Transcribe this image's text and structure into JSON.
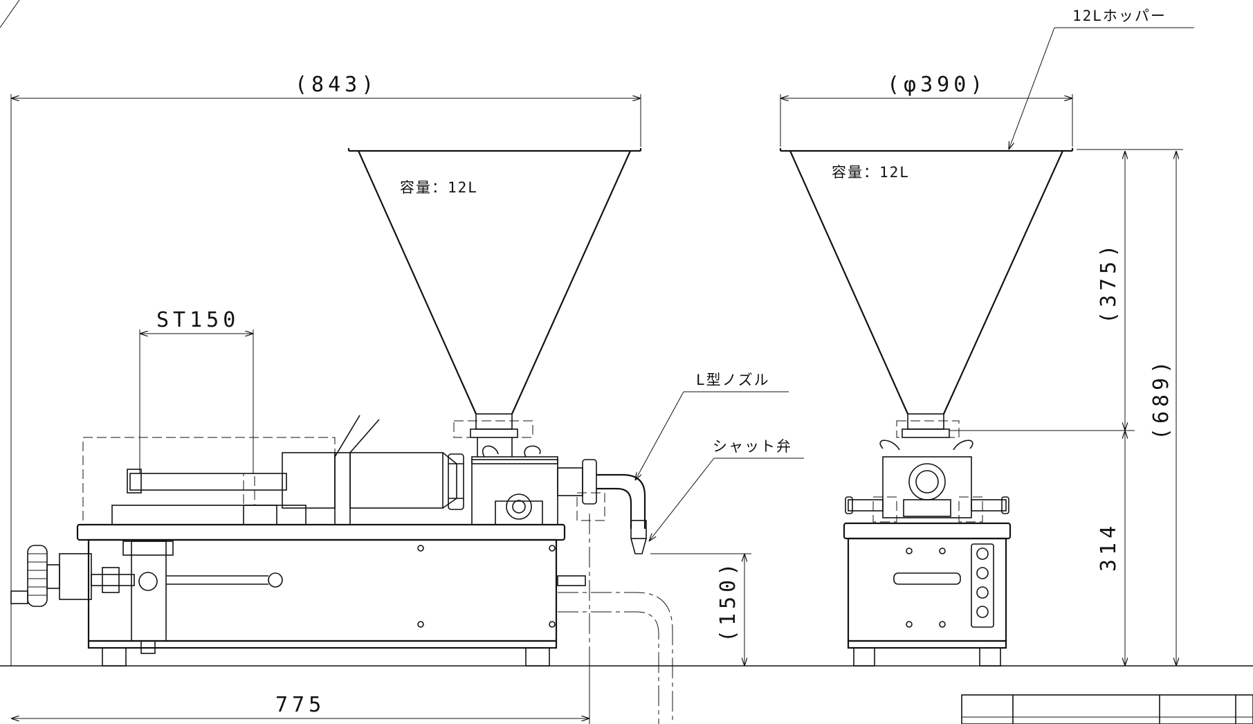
{
  "dimensions": {
    "overall_length": "(843)",
    "overall_length_note": "for the (843) width dimension of the front view",
    "hopper_diameter": "(φ390)",
    "stroke": "ST150",
    "base_length": "775",
    "nozzle_height": "(150)",
    "hopper_height": "(375)",
    "base_height": "314",
    "total_height": "(689)"
  },
  "labels": {
    "hopper_12l": "12Lホッパー",
    "l_nozzle": "L型ノズル",
    "shut_valve": "シャット弁",
    "capacity_front": "容量：12L",
    "capacity_side": "容量：12L"
  },
  "colors": {
    "line": "#111111",
    "background": "#ffffff"
  }
}
